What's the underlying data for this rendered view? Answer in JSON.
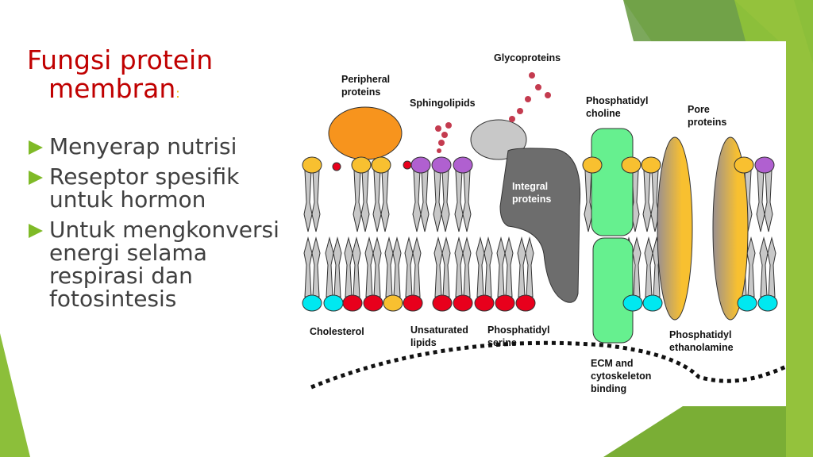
{
  "slide": {
    "title_line1": "Fungsi protein",
    "title_line2": "membran",
    "title_colon": ":",
    "bullets": [
      "Menyerap nutrisi",
      "Reseptor spesifik untuk hormon",
      "Untuk mengkonversi energi selama respirasi dan fotosintesis"
    ],
    "accent_color": "#7fba27",
    "title_color": "#c00000"
  },
  "figure": {
    "labels": {
      "glycoproteins": "Glycoproteins",
      "peripheral": "Peripheral\nproteins",
      "sphingolipids": "Sphingolipids",
      "phosphatidyl_choline": "Phosphatidyl\ncholine",
      "pore": "Pore\nproteins",
      "integral": "Integral\nproteins",
      "cholesterol": "Cholesterol",
      "unsaturated": "Unsaturated\nlipids",
      "serine": "Phosphatidyl\nserine",
      "ethanolamine": "Phosphatidyl\nethanolamine",
      "ecm": "ECM and\ncytoskeleton\nbinding"
    }
  }
}
